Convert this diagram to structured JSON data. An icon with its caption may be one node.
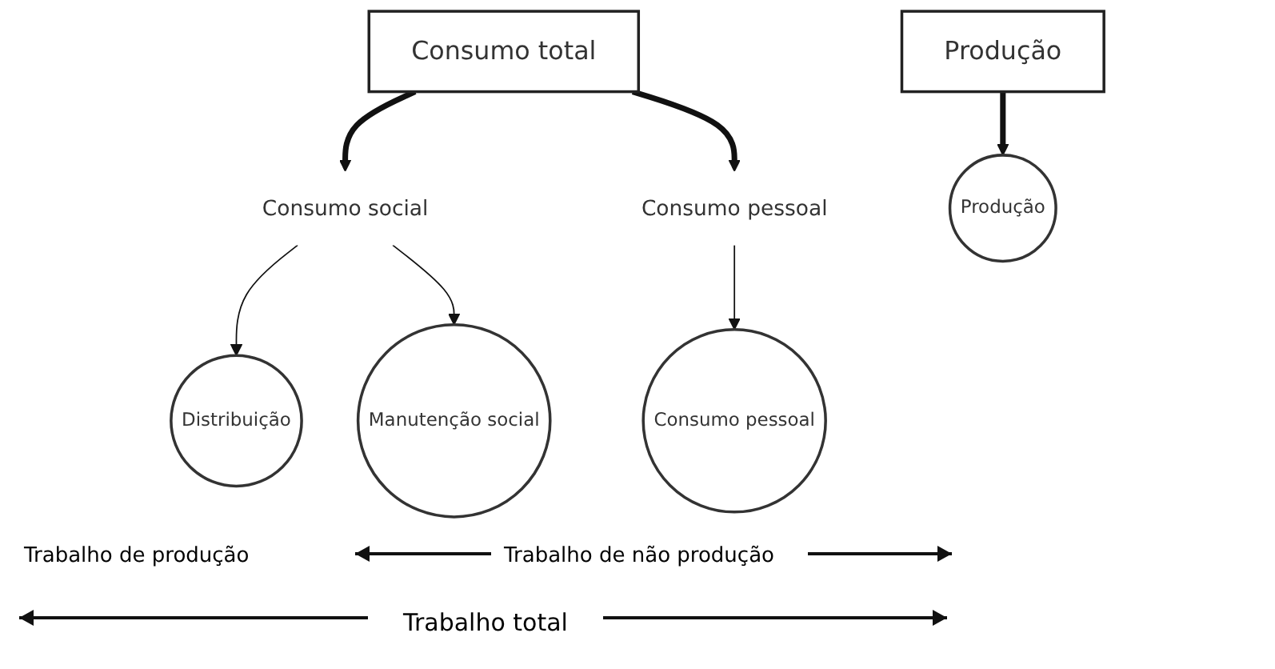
{
  "diagram": {
    "nodes": [
      {
        "text": [
          "Produção"
        ]
      },
      {
        "text": [
          "Consumo total"
        ]
      },
      {
        "text": [
          "Consumo social"
        ]
      },
      {
        "text": [
          "Consumo pessoal"
        ]
      },
      {
        "text": [
          "Produção"
        ]
      },
      {
        "text": [
          "Distribuição"
        ]
      },
      {
        "text": [
          "Manutenção social"
        ]
      },
      {
        "text": [
          "Consumo pessoal"
        ]
      }
    ],
    "edges": [
      {
        "from": 0,
        "to": 4,
        "arrow": "to",
        "style": "thick"
      },
      {
        "from": 1,
        "to": 2,
        "arrow": "to",
        "style": "thick"
      },
      {
        "from": 1,
        "to": 3,
        "arrow": "to",
        "style": "thick"
      },
      {
        "from": 2,
        "to": 5,
        "arrow": "to"
      },
      {
        "from": 2,
        "to": 6,
        "arrow": "to"
      },
      {
        "from": 3,
        "to": 7,
        "arrow": "to"
      }
    ],
    "labels": [
      "Trabalho de produção",
      "Trabalho de não produção",
      "Trabalho total"
    ]
  }
}
